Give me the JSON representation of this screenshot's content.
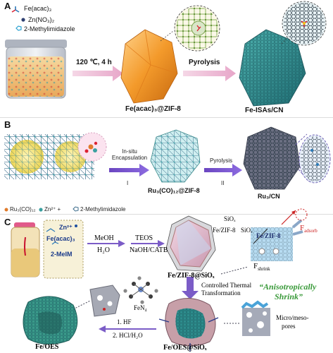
{
  "panel_a": {
    "letter": "A",
    "legend": [
      "Fe(acac)₃",
      "Zn(NO₃)₂",
      "2-Methylimidazole"
    ],
    "condition": "120 ℃, 4 h",
    "step": "Pyrolysis",
    "product1": "Fe(acac)₃@ZIF-8",
    "product2": "Fe-ISAs/CN"
  },
  "panel_b": {
    "letter": "B",
    "step1": "In-situ Encapsulation",
    "step1_num": "I",
    "step2": "Pyrolysis",
    "step2_num": "II",
    "product1": "Ru₃(CO)₁₂@ZIF-8",
    "product2": "Ru₃/CN",
    "legend": [
      "Ru₃(CO)₁₂",
      "Zn²⁺ +",
      "2-Methylimidazole"
    ]
  },
  "panel_c": {
    "letter": "C",
    "vial_labels": [
      "Zn²⁺",
      "Fe(acac)₃",
      "2-MeIM"
    ],
    "arrow1_top": "MeOH",
    "arrow1_bottom": "H₂O",
    "arrow2_top": "TEOS",
    "arrow2_bottom": "NaOH/CATB",
    "label_siox": "SiOₓ",
    "label_fezif": "Fe/ZIF-8",
    "label_siox2": "SiOₓ",
    "product1": "Fe/ZIF-8@SiOₓ",
    "inset_fezif": "Fe/ZIF-8",
    "inset_fadsorb": "F",
    "inset_fadsorb_sub": "adsorb",
    "inset_fshrink": "F",
    "inset_fshrink_sub": "shrink",
    "transform1": "Controlled Thermal",
    "transform2": "Transformation",
    "aniso1": "“Anisotropically",
    "aniso2": "Shrink”",
    "fen4": "FeN₄",
    "etch1": "1. HF",
    "etch2": "2. HCl/H₂O",
    "product2": "Fe/OES@SiOₓ",
    "product3": "Fe/OES",
    "pores": "Micro/meso-",
    "pores2": "pores"
  },
  "colors": {
    "arrow_purple": "#7b5cc7",
    "orange": "#f39a2b",
    "teal": "#2d8c8c",
    "red_label": "#cc2222",
    "green_label": "#3a9a3a"
  }
}
